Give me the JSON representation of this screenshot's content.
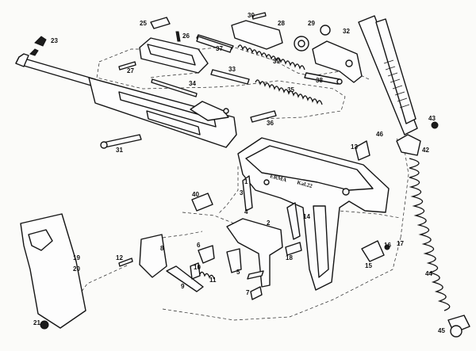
{
  "engraving": {
    "brand": "ERMA",
    "caliber": "Kal.22"
  },
  "callouts": [
    {
      "id": "c1",
      "label": "1"
    },
    {
      "id": "c2",
      "label": "2"
    },
    {
      "id": "c3",
      "label": "3"
    },
    {
      "id": "c4",
      "label": "4"
    },
    {
      "id": "c5",
      "label": "5"
    },
    {
      "id": "c6",
      "label": "6"
    },
    {
      "id": "c7",
      "label": "7"
    },
    {
      "id": "c8",
      "label": "8"
    },
    {
      "id": "c9",
      "label": "9"
    },
    {
      "id": "c10",
      "label": "10"
    },
    {
      "id": "c11",
      "label": "11"
    },
    {
      "id": "c12",
      "label": "12"
    },
    {
      "id": "c13",
      "label": "13"
    },
    {
      "id": "c14",
      "label": "14"
    },
    {
      "id": "c15",
      "label": "15"
    },
    {
      "id": "c16",
      "label": "16"
    },
    {
      "id": "c17",
      "label": "17"
    },
    {
      "id": "c18",
      "label": "18"
    },
    {
      "id": "c19",
      "label": "19"
    },
    {
      "id": "c20",
      "label": "20"
    },
    {
      "id": "c21",
      "label": "21"
    },
    {
      "id": "c23",
      "label": "23"
    },
    {
      "id": "c25",
      "label": "25"
    },
    {
      "id": "c26",
      "label": "26"
    },
    {
      "id": "c27",
      "label": "27"
    },
    {
      "id": "c28",
      "label": "28"
    },
    {
      "id": "c29",
      "label": "29"
    },
    {
      "id": "c30",
      "label": "30"
    },
    {
      "id": "c31",
      "label": "31"
    },
    {
      "id": "c32",
      "label": "32"
    },
    {
      "id": "c33",
      "label": "33"
    },
    {
      "id": "c34",
      "label": "34"
    },
    {
      "id": "c35",
      "label": "35"
    },
    {
      "id": "c36",
      "label": "36"
    },
    {
      "id": "c37",
      "label": "37"
    },
    {
      "id": "c38",
      "label": "38"
    },
    {
      "id": "c39",
      "label": "39"
    },
    {
      "id": "c40",
      "label": "40"
    },
    {
      "id": "c42",
      "label": "42"
    },
    {
      "id": "c43",
      "label": "43"
    },
    {
      "id": "c44",
      "label": "44"
    },
    {
      "id": "c45",
      "label": "45"
    },
    {
      "id": "c46",
      "label": "46"
    }
  ]
}
